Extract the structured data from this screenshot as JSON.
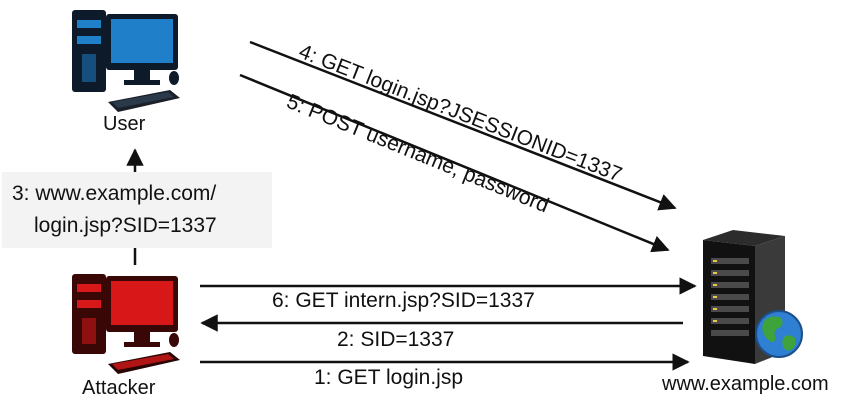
{
  "nodes": {
    "user": {
      "label": "User",
      "icon": "desktop-computer-icon",
      "color": "#1f7fc8"
    },
    "attacker": {
      "label": "Attacker",
      "icon": "desktop-computer-icon",
      "color": "#d81818"
    },
    "server": {
      "label": "www.example.com",
      "icon": "server-with-globe-icon"
    }
  },
  "messages": {
    "m1": "1: GET login.jsp",
    "m2": "2: SID=1337",
    "m3_line1": "3: www.example.com/",
    "m3_line2": "login.jsp?SID=1337",
    "m4": "4: GET login.jsp?JSESSIONID=1337",
    "m5": "5: POST username, password",
    "m6": "6: GET intern.jsp?SID=1337"
  }
}
